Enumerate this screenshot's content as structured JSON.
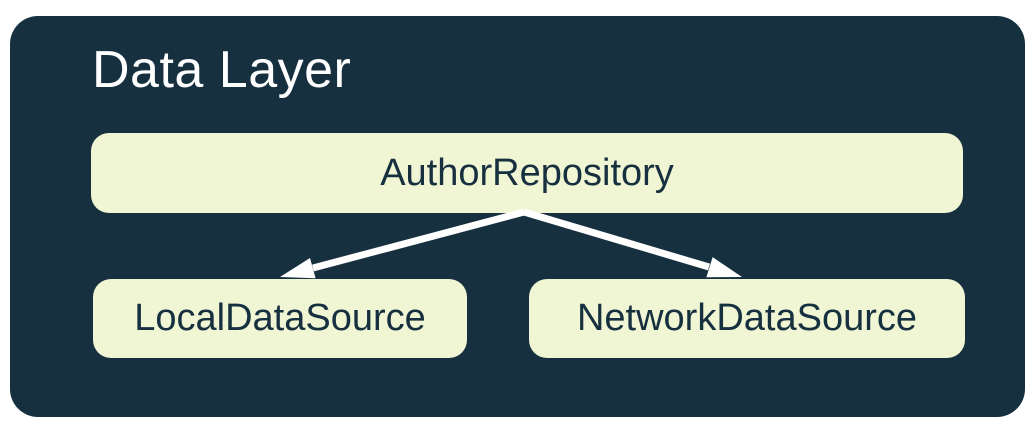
{
  "diagram": {
    "title": "Data Layer",
    "nodes": [
      {
        "id": "author-repository",
        "label": "AuthorRepository"
      },
      {
        "id": "local-data-source",
        "label": "LocalDataSource"
      },
      {
        "id": "network-data-source",
        "label": "NetworkDataSource"
      }
    ],
    "edges": [
      {
        "from": "AuthorRepository",
        "to": "LocalDataSource"
      },
      {
        "from": "AuthorRepository",
        "to": "NetworkDataSource"
      }
    ],
    "colors": {
      "page_bg": "#FFFFFF",
      "container_bg": "#16303F",
      "node_bg": "#F0F5D3",
      "node_text": "#16303F",
      "title_text": "#FFFFFF",
      "arrow": "#FFFFFF"
    }
  }
}
